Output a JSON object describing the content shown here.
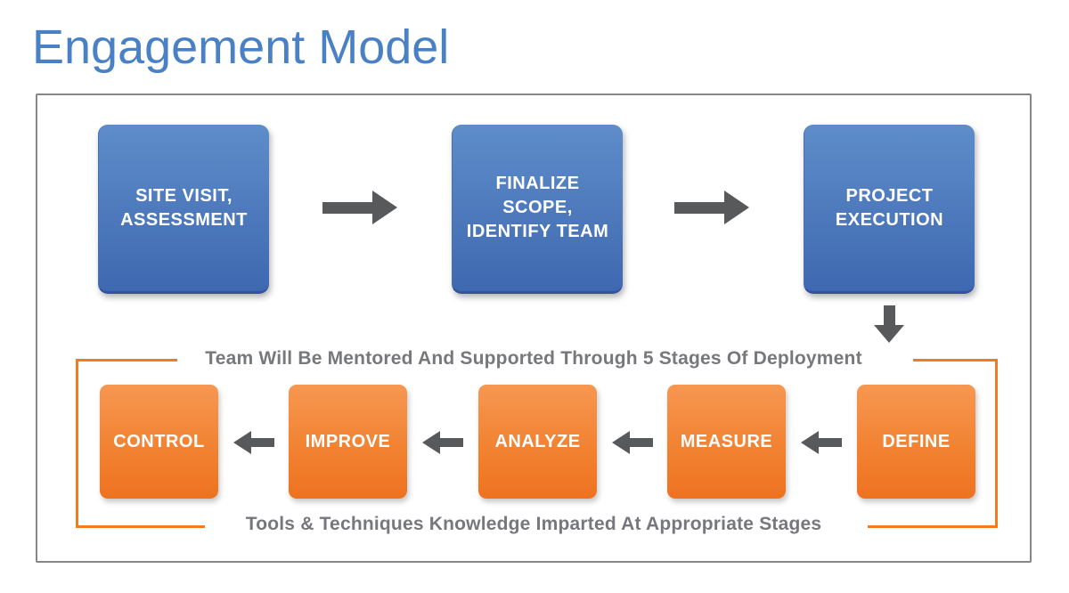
{
  "title": "Engagement Model",
  "phases": [
    {
      "label": "SITE VISIT,\nASSESSMENT"
    },
    {
      "label": "FINALIZE\nSCOPE,\nIDENTIFY TEAM"
    },
    {
      "label": "PROJECT\nEXECUTION"
    }
  ],
  "stages": [
    {
      "label": "CONTROL"
    },
    {
      "label": "IMPROVE"
    },
    {
      "label": "ANALYZE"
    },
    {
      "label": "MEASURE"
    },
    {
      "label": "DEFINE"
    }
  ],
  "notes": {
    "mentor": "Team Will Be Mentored And Supported Through 5 Stages Of Deployment",
    "tools": "Tools & Techniques Knowledge Imparted At Appropriate Stages"
  },
  "colors": {
    "title_blue": "#4a81c4",
    "phase_blue_top": "#5e8dca",
    "phase_blue_bottom": "#3e68b0",
    "stage_orange_top": "#f79751",
    "stage_orange_bottom": "#ee7220",
    "arrow_gray": "#58595b",
    "note_gray": "#77787b",
    "container_border_gray": "#848688",
    "bracket_orange": "#f47b20"
  }
}
